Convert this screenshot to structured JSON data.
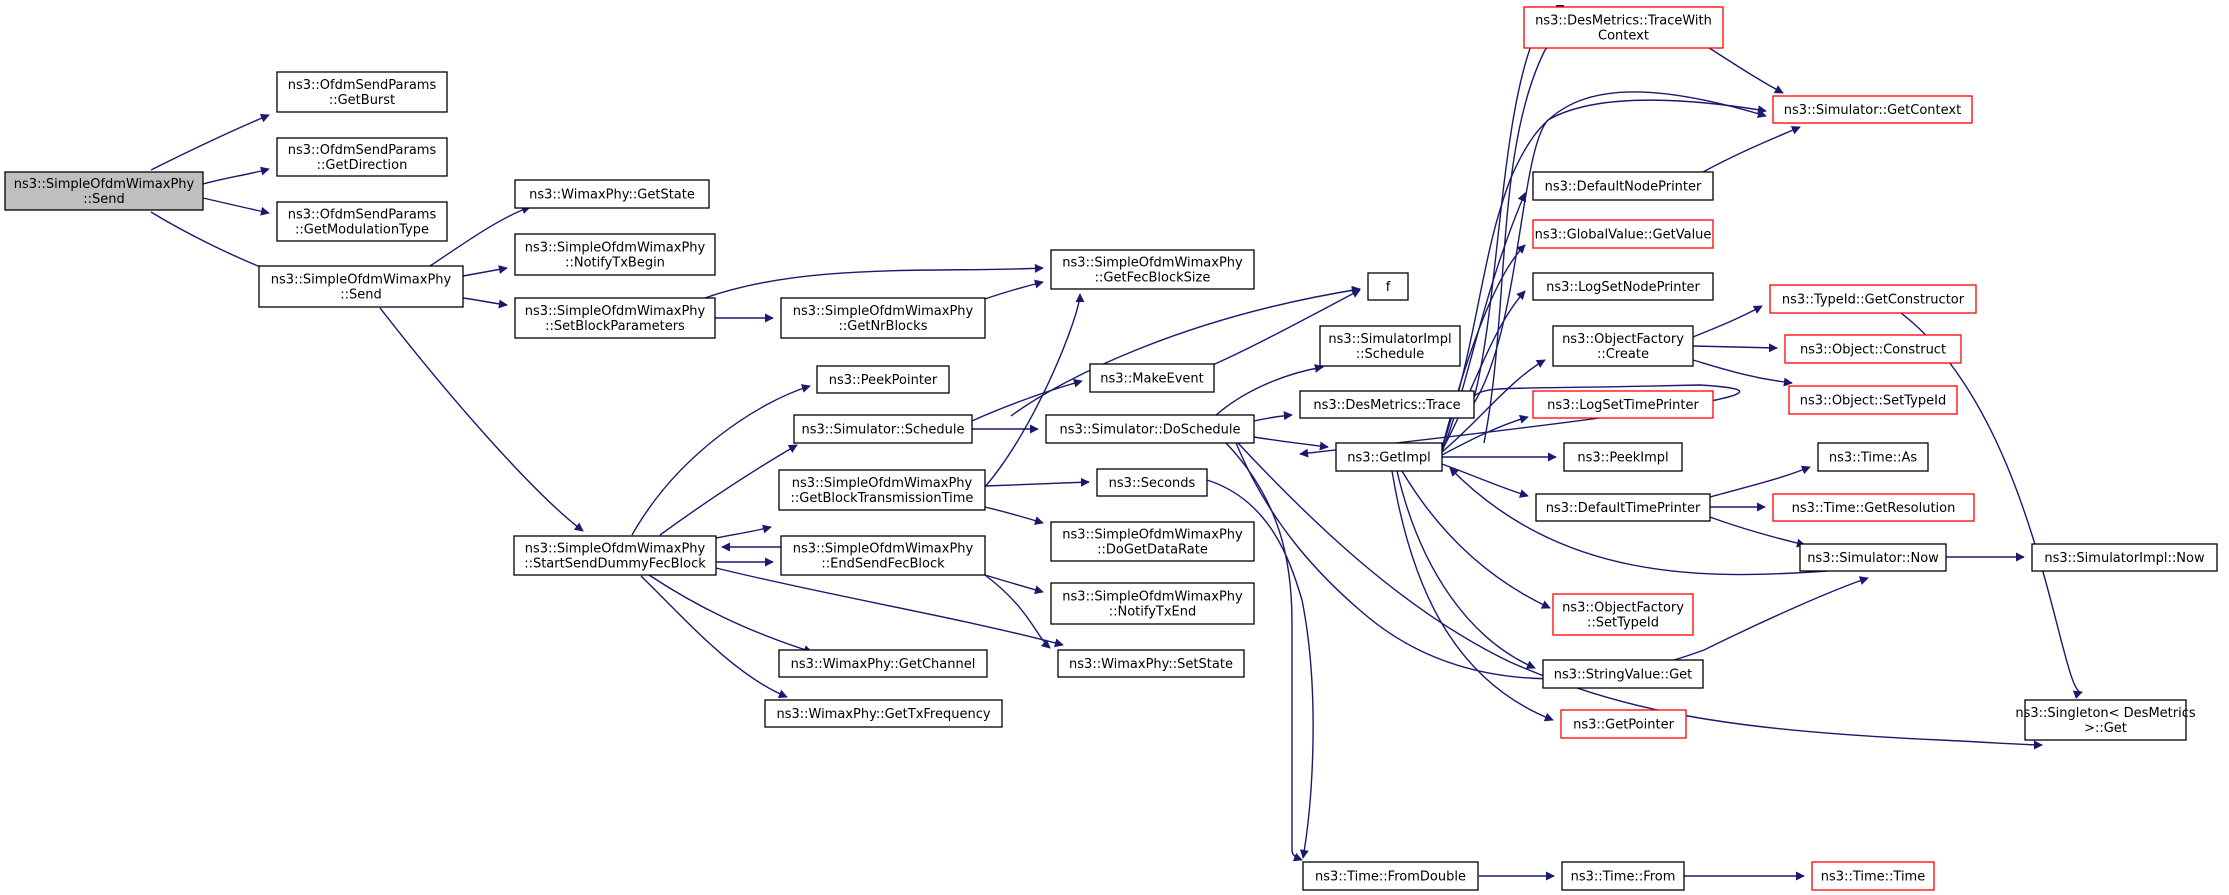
{
  "colors": {
    "edge": "#191970",
    "node_border": "#000000",
    "truncated_border": "#ff0000",
    "root_fill": "#bfbfbf",
    "node_fill": "#ffffff"
  },
  "nodes": [
    {
      "id": "root",
      "lines": [
        "ns3::SimpleOfdmWimaxPhy",
        "::Send"
      ],
      "style": "root"
    },
    {
      "id": "getburst",
      "lines": [
        "ns3::OfdmSendParams",
        "::GetBurst"
      ],
      "style": "normal"
    },
    {
      "id": "getdirection",
      "lines": [
        "ns3::OfdmSendParams",
        "::GetDirection"
      ],
      "style": "normal"
    },
    {
      "id": "getmodtype",
      "lines": [
        "ns3::OfdmSendParams",
        "::GetModulationType"
      ],
      "style": "normal"
    },
    {
      "id": "send2",
      "lines": [
        "ns3::SimpleOfdmWimaxPhy",
        "::Send"
      ],
      "style": "normal"
    },
    {
      "id": "getstate",
      "lines": [
        "ns3::WimaxPhy::GetState"
      ],
      "style": "normal"
    },
    {
      "id": "notifytxbegin",
      "lines": [
        "ns3::SimpleOfdmWimaxPhy",
        "::NotifyTxBegin"
      ],
      "style": "normal"
    },
    {
      "id": "setblockparams",
      "lines": [
        "ns3::SimpleOfdmWimaxPhy",
        "::SetBlockParameters"
      ],
      "style": "normal"
    },
    {
      "id": "getnrblocks",
      "lines": [
        "ns3::SimpleOfdmWimaxPhy",
        "::GetNrBlocks"
      ],
      "style": "normal"
    },
    {
      "id": "getfecblocksize",
      "lines": [
        "ns3::SimpleOfdmWimaxPhy",
        "::GetFecBlockSize"
      ],
      "style": "normal"
    },
    {
      "id": "f",
      "lines": [
        "f"
      ],
      "style": "normal"
    },
    {
      "id": "peekpointer",
      "lines": [
        "ns3::PeekPointer"
      ],
      "style": "normal"
    },
    {
      "id": "simschedule",
      "lines": [
        "ns3::Simulator::Schedule"
      ],
      "style": "normal"
    },
    {
      "id": "makeevent",
      "lines": [
        "ns3::MakeEvent"
      ],
      "style": "normal"
    },
    {
      "id": "simimplschedule",
      "lines": [
        "ns3::SimulatorImpl",
        "::Schedule"
      ],
      "style": "normal"
    },
    {
      "id": "desmetricstrace",
      "lines": [
        "ns3::DesMetrics::Trace"
      ],
      "style": "normal"
    },
    {
      "id": "doschedule",
      "lines": [
        "ns3::Simulator::DoSchedule"
      ],
      "style": "normal"
    },
    {
      "id": "getblocktxtime",
      "lines": [
        "ns3::SimpleOfdmWimaxPhy",
        "::GetBlockTransmissionTime"
      ],
      "style": "normal"
    },
    {
      "id": "seconds",
      "lines": [
        "ns3::Seconds"
      ],
      "style": "normal"
    },
    {
      "id": "dogetdatarate",
      "lines": [
        "ns3::SimpleOfdmWimaxPhy",
        "::DoGetDataRate"
      ],
      "style": "normal"
    },
    {
      "id": "startsenddummy",
      "lines": [
        "ns3::SimpleOfdmWimaxPhy",
        "::StartSendDummyFecBlock"
      ],
      "style": "normal"
    },
    {
      "id": "endsendfec",
      "lines": [
        "ns3::SimpleOfdmWimaxPhy",
        "::EndSendFecBlock"
      ],
      "style": "normal"
    },
    {
      "id": "notifytxend",
      "lines": [
        "ns3::SimpleOfdmWimaxPhy",
        "::NotifyTxEnd"
      ],
      "style": "normal"
    },
    {
      "id": "getchannel",
      "lines": [
        "ns3::WimaxPhy::GetChannel"
      ],
      "style": "normal"
    },
    {
      "id": "setstate",
      "lines": [
        "ns3::WimaxPhy::SetState"
      ],
      "style": "normal"
    },
    {
      "id": "gettxfreq",
      "lines": [
        "ns3::WimaxPhy::GetTxFrequency"
      ],
      "style": "normal"
    },
    {
      "id": "tracewithctx",
      "lines": [
        "ns3::DesMetrics::TraceWith",
        "Context"
      ],
      "style": "truncated"
    },
    {
      "id": "getcontext",
      "lines": [
        "ns3::Simulator::GetContext"
      ],
      "style": "truncated"
    },
    {
      "id": "defaultnodeprinter",
      "lines": [
        "ns3::DefaultNodePrinter"
      ],
      "style": "normal"
    },
    {
      "id": "globalvalue",
      "lines": [
        "ns3::GlobalValue::GetValue"
      ],
      "style": "truncated"
    },
    {
      "id": "lognodeprinter",
      "lines": [
        "ns3::LogSetNodePrinter"
      ],
      "style": "normal"
    },
    {
      "id": "ofcreate",
      "lines": [
        "ns3::ObjectFactory",
        "::Create"
      ],
      "style": "normal"
    },
    {
      "id": "getimpl",
      "lines": [
        "ns3::GetImpl"
      ],
      "style": "normal"
    },
    {
      "id": "logtimeprinter",
      "lines": [
        "ns3::LogSetTimePrinter"
      ],
      "style": "truncated"
    },
    {
      "id": "peekimpl",
      "lines": [
        "ns3::PeekImpl"
      ],
      "style": "normal"
    },
    {
      "id": "defaulttimeprinter",
      "lines": [
        "ns3::DefaultTimePrinter"
      ],
      "style": "normal"
    },
    {
      "id": "ofsettypeid",
      "lines": [
        "ns3::ObjectFactory",
        "::SetTypeId"
      ],
      "style": "truncated"
    },
    {
      "id": "stringget",
      "lines": [
        "ns3::StringValue::Get"
      ],
      "style": "normal"
    },
    {
      "id": "getpointer",
      "lines": [
        "ns3::GetPointer"
      ],
      "style": "truncated"
    },
    {
      "id": "getconstructor",
      "lines": [
        "ns3::TypeId::GetConstructor"
      ],
      "style": "truncated"
    },
    {
      "id": "objconstruct",
      "lines": [
        "ns3::Object::Construct"
      ],
      "style": "truncated"
    },
    {
      "id": "objsettypeid",
      "lines": [
        "ns3::Object::SetTypeId"
      ],
      "style": "truncated"
    },
    {
      "id": "timeas",
      "lines": [
        "ns3::Time::As"
      ],
      "style": "normal"
    },
    {
      "id": "getresolution",
      "lines": [
        "ns3::Time::GetResolution"
      ],
      "style": "truncated"
    },
    {
      "id": "simnow",
      "lines": [
        "ns3::Simulator::Now"
      ],
      "style": "normal"
    },
    {
      "id": "simimplnow",
      "lines": [
        "ns3::SimulatorImpl::Now"
      ],
      "style": "normal"
    },
    {
      "id": "singletonget",
      "lines": [
        "ns3::Singleton< DesMetrics",
        " >::Get"
      ],
      "style": "normal"
    },
    {
      "id": "fromdouble",
      "lines": [
        "ns3::Time::FromDouble"
      ],
      "style": "normal"
    },
    {
      "id": "timefrom",
      "lines": [
        "ns3::Time::From"
      ],
      "style": "normal"
    },
    {
      "id": "timetime",
      "lines": [
        "ns3::Time::Time"
      ],
      "style": "truncated"
    }
  ]
}
